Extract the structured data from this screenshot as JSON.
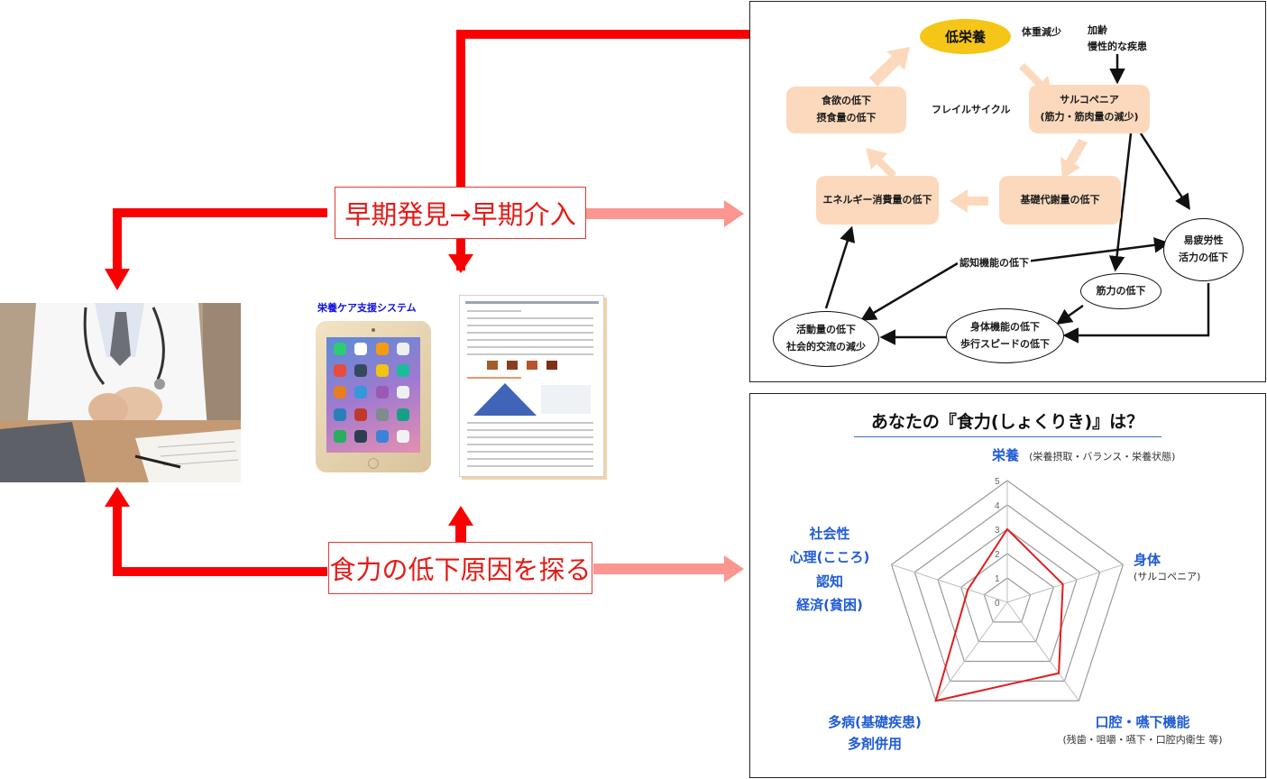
{
  "labels": {
    "early": "早期発見→早期介入",
    "cause": "食力の低下原因を探る"
  },
  "system": {
    "title": "栄養ケア支援システム"
  },
  "frail": {
    "malnutrition": "低栄養",
    "weight_loss": "体重減少",
    "aging_line1": "加齢",
    "aging_line2": "慢性的な疾患",
    "sarcopenia_line1": "サルコペニア",
    "sarcopenia_line2": "(筋力・筋肉量の減少)",
    "appetite_line1": "食欲の低下",
    "appetite_line2": "摂食量の低下",
    "cycle": "フレイルサイクル",
    "energy": "エネルギー消費量の低下",
    "basal": "基礎代謝量の低下",
    "fatigue_line1": "易疲労性",
    "fatigue_line2": "活力の低下",
    "cognition": "認知機能の低下",
    "muscle": "筋力の低下",
    "physical_line1": "身体機能の低下",
    "physical_line2": "歩行スピードの低下",
    "activity_line1": "活動量の低下",
    "activity_line2": "社会的交流の減少"
  },
  "radar": {
    "title": "あなたの『食力(しょくりき)』は？",
    "axes": [
      {
        "head": "栄養",
        "sub": "(栄養摂取・バランス・栄養状態)"
      },
      {
        "head": "身体",
        "sub": "(サルコペニア)"
      },
      {
        "head": "口腔・嚥下機能",
        "sub": "(残歯・咀嚼・嚥下・口腔内衛生 等)"
      },
      {
        "head_lines": [
          "多病(基礎疾患)",
          "多剤併用"
        ]
      },
      {
        "head_lines": [
          "社会性",
          "心理(こころ)",
          "認知",
          "経済(貧困)"
        ]
      }
    ]
  },
  "chart_data": {
    "type": "radar",
    "title": "あなたの『食力(しょくりき)』は？",
    "categories": [
      "栄養",
      "身体",
      "口腔・嚥下機能",
      "多病(基礎疾患) 多剤併用",
      "社会性 心理(こころ) 認知 経済(貧困)"
    ],
    "scale_ticks": [
      0,
      1,
      2,
      3,
      4,
      5
    ],
    "range": [
      0,
      5
    ],
    "series": [
      {
        "values": [
          3,
          2.4,
          3.6,
          5,
          1.7
        ]
      }
    ],
    "colors": {
      "series": "#e01e1e",
      "grid": "#9a9a9a"
    }
  }
}
